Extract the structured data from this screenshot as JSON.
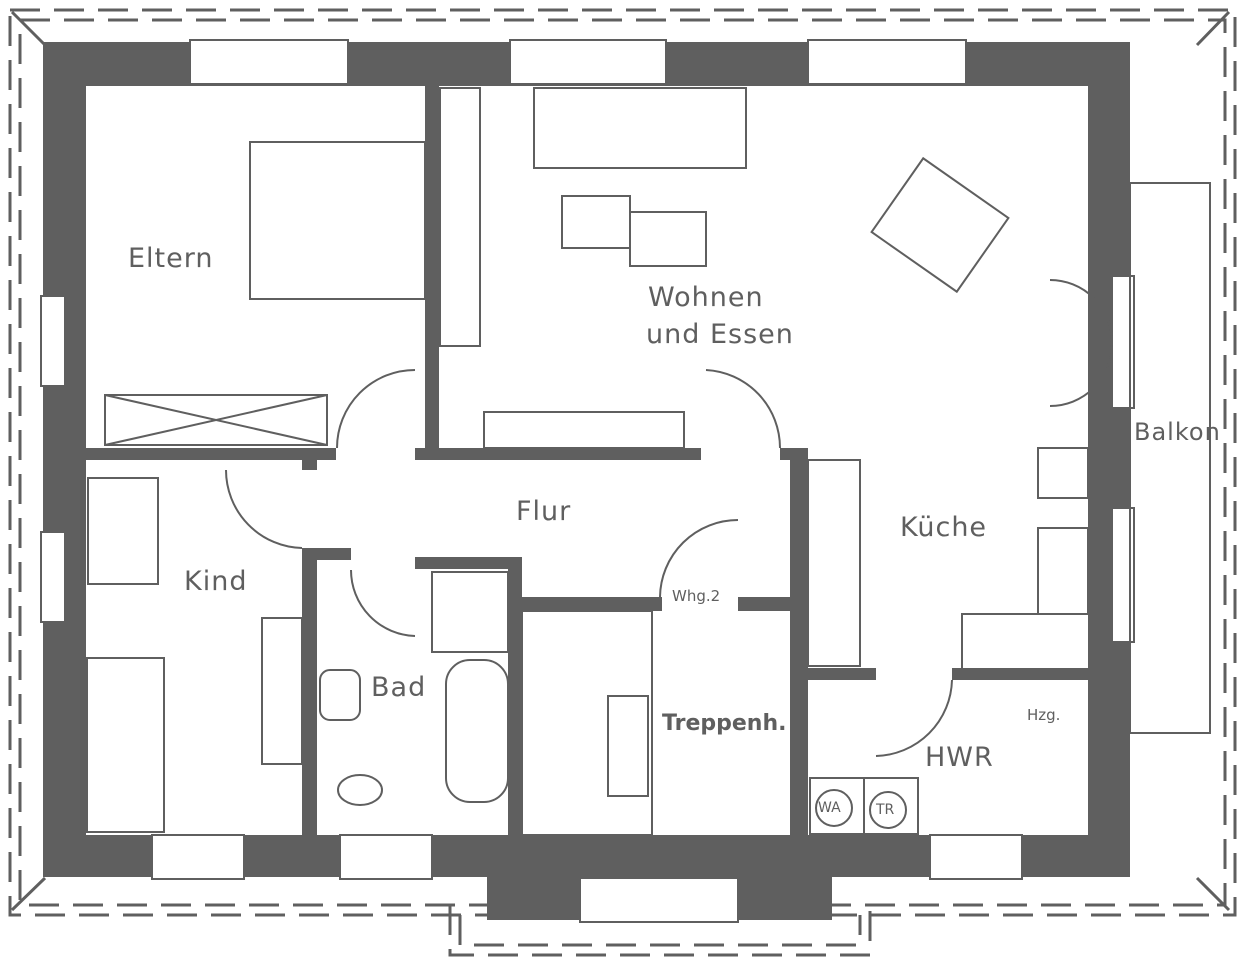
{
  "plan": {
    "wall_color": "#5f5f5f",
    "line_color": "#5f5f5f",
    "rooms": {
      "eltern": "Eltern",
      "wohnen_line1": "Wohnen",
      "wohnen_line2": "und  Essen",
      "balkon": "Balkon",
      "flur": "Flur",
      "kueche": "Küche",
      "kind": "Kind",
      "bad": "Bad",
      "treppenhaus": "Treppenh.",
      "hwr": "HWR",
      "whg": "Whg.2",
      "hzg": "Hzg."
    },
    "appliances": {
      "washer": "WA",
      "dryer": "TR"
    }
  }
}
